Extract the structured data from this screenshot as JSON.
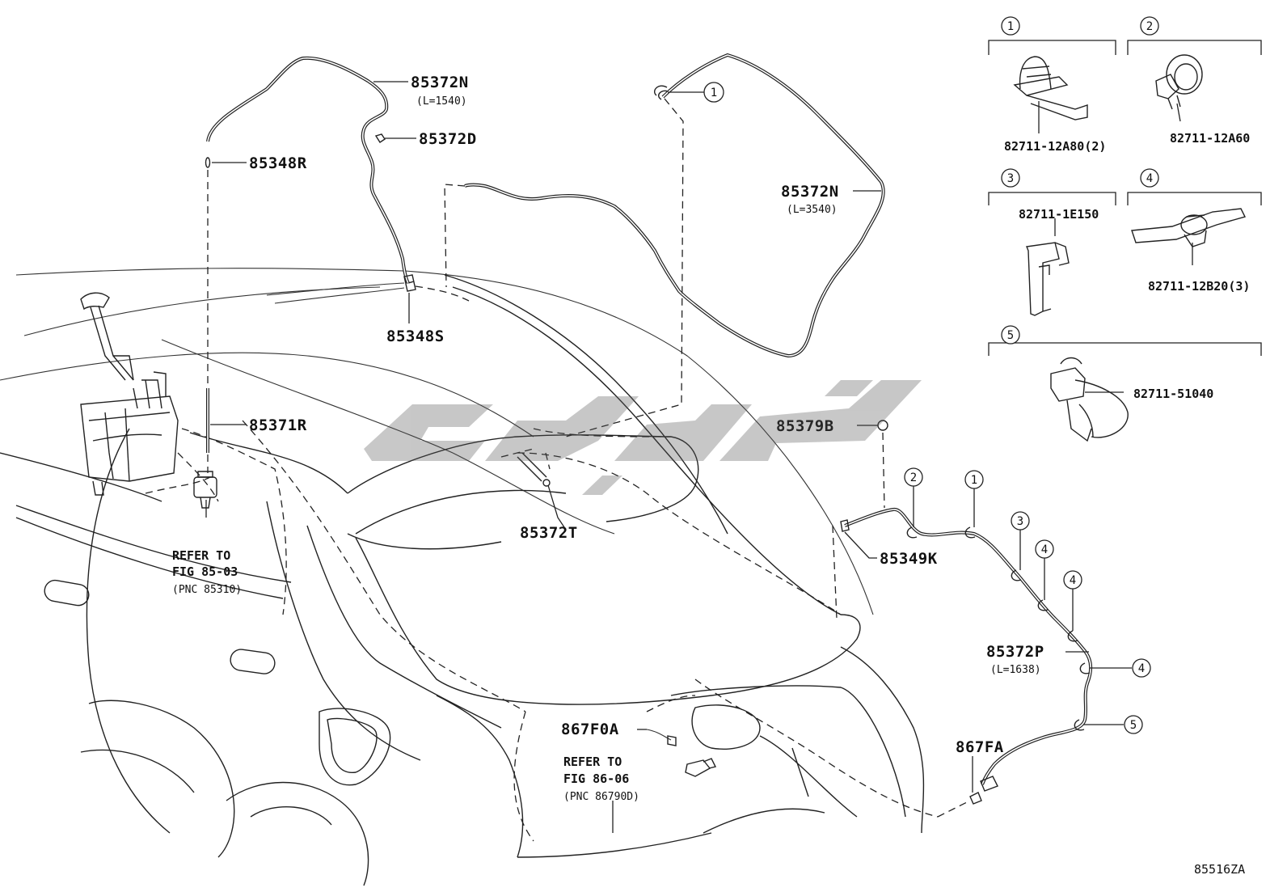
{
  "labels": {
    "hose_upper": "85372N",
    "hose_upper_len": "(L=1540)",
    "clip_upper": "85372D",
    "nozzle_left": "85348R",
    "nozzle_mid": "85348S",
    "hose_front": "85371R",
    "hose_long": "85372N",
    "hose_long_len": "(L=3540)",
    "grommet": "85379B",
    "hose_lower": "85349K",
    "hose_rear": "85372P",
    "hose_rear_len": "(L=1638)",
    "clip_t": "85372T",
    "connector_a": "867F0A",
    "connector_b": "867FA",
    "diagram_id": "85516ZA"
  },
  "refs": {
    "ref1_line1": "REFER TO",
    "ref1_line2": "FIG 85-03",
    "ref1_line3": "(PNC 85310)",
    "ref2_line1": "REFER TO",
    "ref2_line2": "FIG 86-06",
    "ref2_line3": "(PNC 86790D)"
  },
  "clip_legend": [
    {
      "num": "1",
      "part": "82711-12A80(2)"
    },
    {
      "num": "2",
      "part": "82711-12A60"
    },
    {
      "num": "3",
      "part": "82711-1E150"
    },
    {
      "num": "4",
      "part": "82711-12B20(3)"
    },
    {
      "num": "5",
      "part": "82711-51040"
    }
  ],
  "callouts": {
    "c_top": "1",
    "c_a": "2",
    "c_b": "1",
    "c_c": "3",
    "c_d": "4",
    "c_e": "4",
    "c_f": "4",
    "c_g": "5"
  }
}
